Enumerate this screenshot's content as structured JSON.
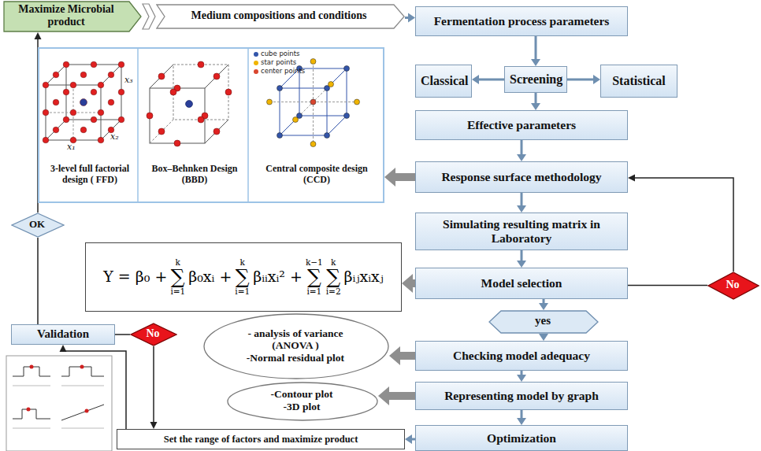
{
  "diagram": {
    "nodes": [
      {
        "text": [
          "Maximize Microbial product"
        ]
      },
      {
        "text": [
          "Medium compositions and conditions"
        ]
      },
      {
        "text": [
          "Fermentation process parameters"
        ]
      },
      {
        "text": [
          "Classical"
        ]
      },
      {
        "text": [
          "Screening"
        ]
      },
      {
        "text": [
          "Statistical"
        ]
      },
      {
        "text": [
          "Effective parameters"
        ]
      },
      {
        "text": [
          "3-level full factorial design ( FFD)",
          "Box–Behnken Design (BBD)",
          "Central composite design (CCD)"
        ]
      },
      {
        "text": [
          "Response surface methodology"
        ]
      },
      {
        "text": [
          "Simulating resulting matrix in Laboratory"
        ]
      },
      {
        "text": [
          "Y = β₀ +",
          "k",
          "∑",
          "i=1",
          "β₀xᵢ +",
          "k",
          "∑",
          "i=1",
          "βᵢᵢxᵢ² +",
          "k−1",
          "∑",
          "i=1",
          "k",
          "∑",
          "i=2",
          "βᵢⱼxᵢxⱼ"
        ]
      },
      {
        "text": [
          "Model selection"
        ]
      },
      {
        "text": [
          "No"
        ]
      },
      {
        "text": [
          "yes"
        ]
      },
      {
        "text": [
          "- analysis of variance (ANOVA )",
          "-Normal residual plot"
        ]
      },
      {
        "text": [
          "Checking model adequacy"
        ]
      },
      {
        "text": [
          "-Contour plot",
          "-3D plot"
        ]
      },
      {
        "text": [
          "Representing model by graph"
        ]
      },
      {
        "text": [
          "OK"
        ]
      },
      {
        "text": [
          "Validation"
        ]
      },
      {
        "text": [
          "No"
        ]
      },
      {
        "text": [
          "Set the range of factors and maximize product"
        ]
      },
      {
        "text": [
          "Optimization"
        ]
      }
    ],
    "edges": [
      {
        "from": 1,
        "to": 2,
        "arrow": "to"
      },
      {
        "from": 2,
        "to": 4,
        "arrow": "to"
      },
      {
        "from": 4,
        "to": 3,
        "arrow": "to"
      },
      {
        "from": 4,
        "to": 5,
        "arrow": "to"
      },
      {
        "from": 4,
        "to": 6,
        "arrow": "to"
      },
      {
        "from": 6,
        "to": 8,
        "arrow": "to"
      },
      {
        "from": 8,
        "to": 7,
        "arrow": "to"
      },
      {
        "from": 8,
        "to": 9,
        "arrow": "to"
      },
      {
        "from": 9,
        "to": 11,
        "arrow": "to"
      },
      {
        "from": 11,
        "to": 10,
        "arrow": "to"
      },
      {
        "from": 11,
        "to": 12,
        "arrow": "none"
      },
      {
        "from": 12,
        "to": 8,
        "arrow": "to"
      },
      {
        "from": 11,
        "to": 13,
        "arrow": "to"
      },
      {
        "from": 13,
        "to": 15,
        "arrow": "to"
      },
      {
        "from": 15,
        "to": 14,
        "arrow": "to"
      },
      {
        "from": 15,
        "to": 17,
        "arrow": "to"
      },
      {
        "from": 17,
        "to": 16,
        "arrow": "to"
      },
      {
        "from": 17,
        "to": 22,
        "arrow": "to"
      },
      {
        "from": 22,
        "to": 21,
        "arrow": "to"
      },
      {
        "from": 20,
        "to": 21,
        "arrow": "to"
      },
      {
        "from": 19,
        "to": 20,
        "arrow": "none"
      },
      {
        "from": 21,
        "to": 19,
        "arrow": "to"
      },
      {
        "from": 19,
        "to": 18,
        "arrow": "none"
      },
      {
        "from": 18,
        "to": 0,
        "arrow": "to"
      }
    ],
    "labels": [
      "x₁",
      "x₂",
      "x₃"
    ],
    "legend": [
      {
        "text": "cube points",
        "color": "#3355aa"
      },
      {
        "text": "star points",
        "color": "#f0b400"
      },
      {
        "text": "center points",
        "color": "#d9462f"
      }
    ]
  }
}
